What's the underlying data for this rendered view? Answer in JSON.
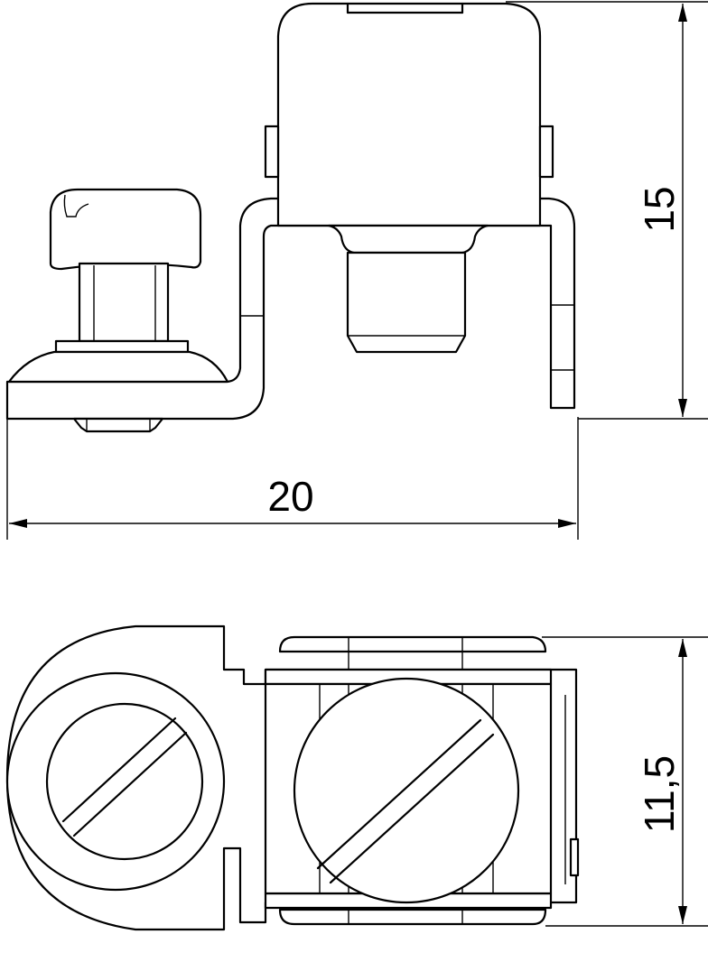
{
  "dimensions": {
    "width": "20",
    "height": "15",
    "depth": "11,5"
  }
}
